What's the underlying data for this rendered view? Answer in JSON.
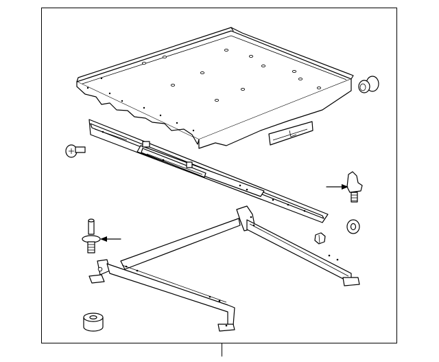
{
  "figure": {
    "parts": [
      {
        "name": "storage-tray",
        "icon": "tray-icon"
      },
      {
        "name": "slide-rail",
        "icon": "rail-icon"
      },
      {
        "name": "mounting-bracket",
        "icon": "bracket-icon"
      },
      {
        "name": "label-plate",
        "icon": "label-icon"
      },
      {
        "name": "bumper-top-right",
        "icon": "bumper-icon"
      },
      {
        "name": "screw-left",
        "icon": "screw-icon"
      },
      {
        "name": "stud-right",
        "icon": "stud-icon"
      },
      {
        "name": "stud-left",
        "icon": "stud-icon"
      },
      {
        "name": "washer",
        "icon": "washer-icon"
      },
      {
        "name": "nut",
        "icon": "nut-icon"
      },
      {
        "name": "bumper-bottom-left",
        "icon": "bumper-icon"
      }
    ],
    "callout_arrows": 2,
    "line_color": "#000000",
    "background_color": "#ffffff"
  }
}
